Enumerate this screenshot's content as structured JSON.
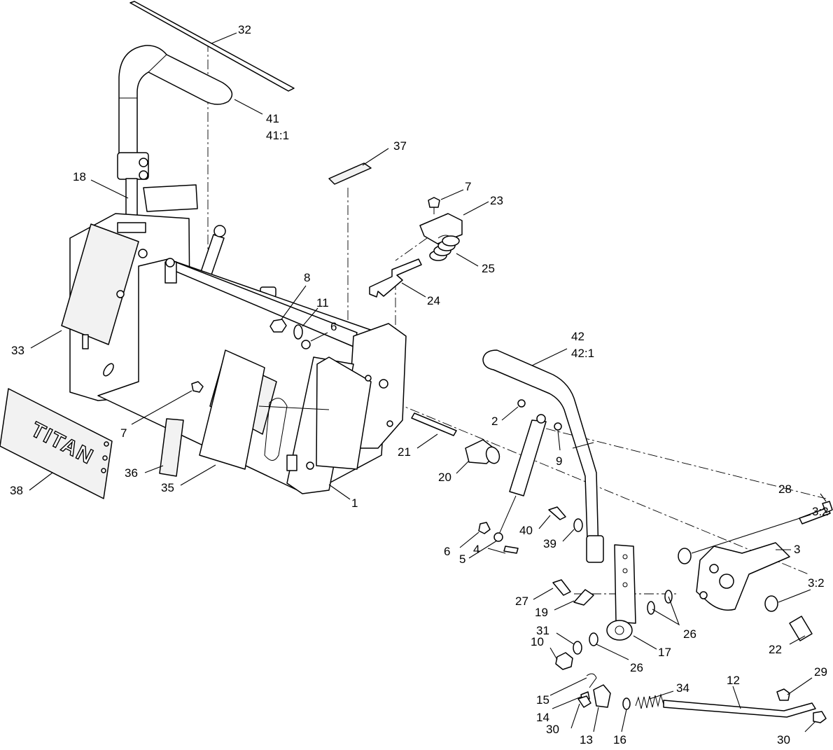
{
  "labels": [
    {
      "id": "32",
      "text": "32"
    },
    {
      "id": "41",
      "text": "41"
    },
    {
      "id": "41-1",
      "text": "41:1"
    },
    {
      "id": "37",
      "text": "37"
    },
    {
      "id": "18",
      "text": "18"
    },
    {
      "id": "7a",
      "text": "7"
    },
    {
      "id": "23",
      "text": "23"
    },
    {
      "id": "25",
      "text": "25"
    },
    {
      "id": "8",
      "text": "8"
    },
    {
      "id": "11",
      "text": "11"
    },
    {
      "id": "24",
      "text": "24"
    },
    {
      "id": "6a",
      "text": "6"
    },
    {
      "id": "33",
      "text": "33"
    },
    {
      "id": "42",
      "text": "42"
    },
    {
      "id": "42-1",
      "text": "42:1"
    },
    {
      "id": "7b",
      "text": "7"
    },
    {
      "id": "2",
      "text": "2"
    },
    {
      "id": "9",
      "text": "9"
    },
    {
      "id": "21",
      "text": "21"
    },
    {
      "id": "36",
      "text": "36"
    },
    {
      "id": "20",
      "text": "20"
    },
    {
      "id": "38",
      "text": "38"
    },
    {
      "id": "35",
      "text": "35"
    },
    {
      "id": "1",
      "text": "1"
    },
    {
      "id": "28",
      "text": "28"
    },
    {
      "id": "3-2a",
      "text": "3:2"
    },
    {
      "id": "40",
      "text": "40"
    },
    {
      "id": "39",
      "text": "39"
    },
    {
      "id": "6b",
      "text": "6"
    },
    {
      "id": "5",
      "text": "5"
    },
    {
      "id": "3",
      "text": "3"
    },
    {
      "id": "4",
      "text": "4"
    },
    {
      "id": "3-2b",
      "text": "3:2"
    },
    {
      "id": "27",
      "text": "27"
    },
    {
      "id": "19",
      "text": "19"
    },
    {
      "id": "26a",
      "text": "26"
    },
    {
      "id": "31",
      "text": "31"
    },
    {
      "id": "10",
      "text": "10"
    },
    {
      "id": "17",
      "text": "17"
    },
    {
      "id": "22",
      "text": "22"
    },
    {
      "id": "26b",
      "text": "26"
    },
    {
      "id": "12",
      "text": "12"
    },
    {
      "id": "34",
      "text": "34"
    },
    {
      "id": "29",
      "text": "29"
    },
    {
      "id": "15",
      "text": "15"
    },
    {
      "id": "14",
      "text": "14"
    },
    {
      "id": "30a",
      "text": "30"
    },
    {
      "id": "13",
      "text": "13"
    },
    {
      "id": "16",
      "text": "16"
    },
    {
      "id": "30b",
      "text": "30"
    }
  ],
  "brand_plate": {
    "text": "TITAN"
  }
}
